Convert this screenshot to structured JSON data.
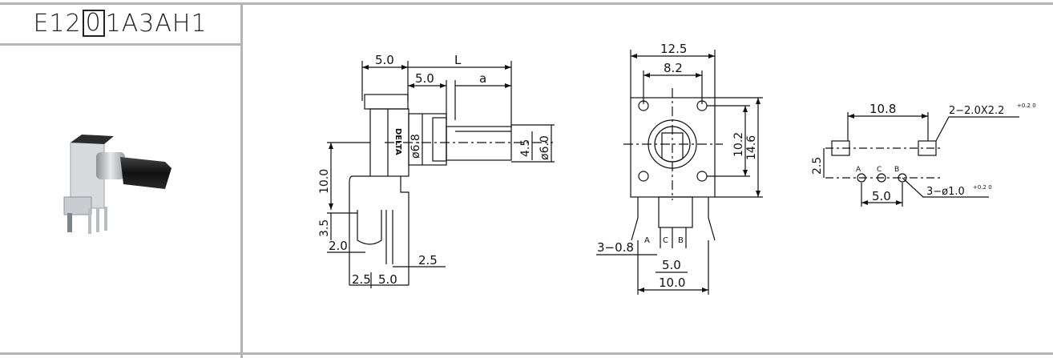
{
  "part_code": {
    "prefix": "E12",
    "boxed": "0",
    "suffix": "1A3AH1"
  },
  "side_view": {
    "dims": {
      "top_5": "5.0",
      "L": "L",
      "inner_5": "5.0",
      "a": "a",
      "d68": "ø6.8",
      "d45": "4.5",
      "d60": "ø6.0",
      "h10": "10.0",
      "h35": "3.5",
      "w20": "2.0",
      "w25_right": "2.5",
      "w25_bottom": "2.5",
      "w50_bottom": "5.0"
    },
    "brand": "DELTA"
  },
  "front_view": {
    "dims": {
      "w125": "12.5",
      "w82": "8.2",
      "h102": "10.2",
      "h146": "14.6",
      "pin": "3−0.8",
      "w50": "5.0",
      "w100": "10.0"
    },
    "pins": [
      "A",
      "C",
      "B"
    ]
  },
  "pcb_layout": {
    "dims": {
      "w108": "10.8",
      "h25": "2.5",
      "w50": "5.0",
      "slot": "2−2.0X2.2",
      "slot_tol": "+0.2 0",
      "hole": "3−ø1.0",
      "hole_tol": "+0.2 0"
    },
    "pins": [
      "A",
      "C",
      "B"
    ]
  }
}
